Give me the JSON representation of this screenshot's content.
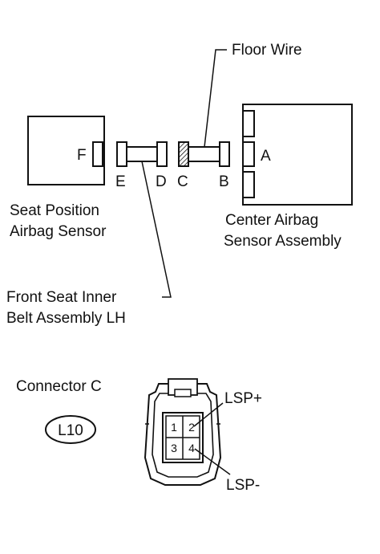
{
  "labels": {
    "floor_wire": "Floor Wire",
    "seat_sensor_line1": "Seat Position",
    "seat_sensor_line2": "Airbag Sensor",
    "center_assy_line1": "Center Airbag",
    "center_assy_line2": "Sensor Assembly",
    "belt_line1": "Front Seat Inner",
    "belt_line2": "Belt Assembly LH",
    "connector_title": "Connector C",
    "connector_code": "L10",
    "lsp_plus": "LSP+",
    "lsp_minus": "LSP-"
  },
  "connector_letters": {
    "a": "A",
    "b": "B",
    "c": "C",
    "d": "D",
    "e": "E",
    "f": "F"
  },
  "pins": [
    "1",
    "2",
    "3",
    "4"
  ]
}
